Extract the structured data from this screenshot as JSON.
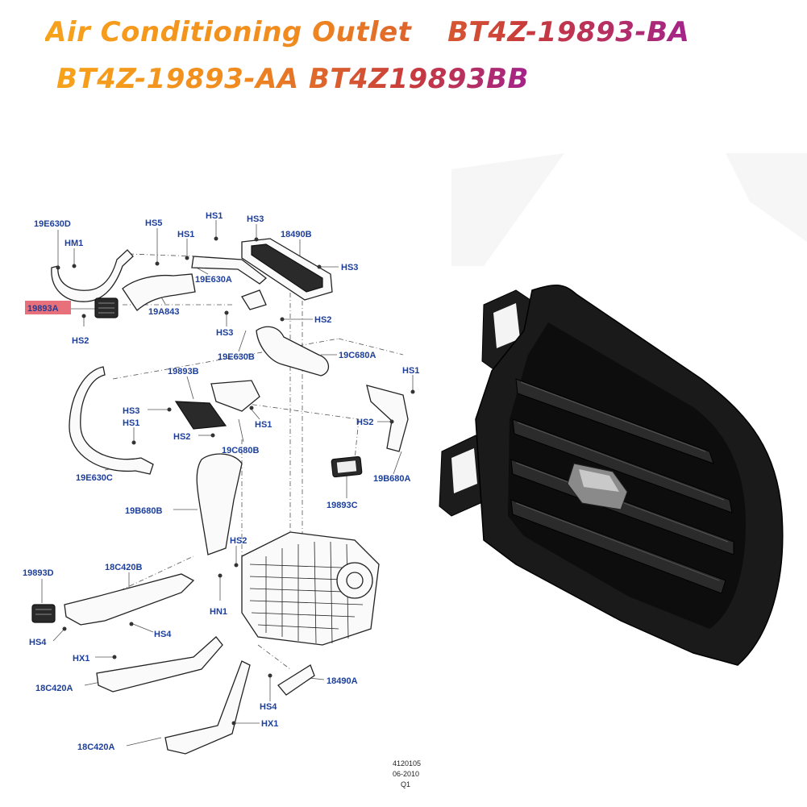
{
  "title": {
    "line1_part1": "Air Conditioning Outlet",
    "line1_part2": "BT4Z-19893-BA",
    "line2": "BT4Z-19893-AA BT4Z19893BB"
  },
  "highlight_color": "#e8707a",
  "diagram": {
    "labels": {
      "l1": "19E630D",
      "l2": "HM1",
      "l3": "HS5",
      "l4": "HS1",
      "l5": "HS1",
      "l6": "HS3",
      "l7": "18490B",
      "l8": "HS3",
      "l9": "19893A",
      "l10": "19E630A",
      "l11": "19A843",
      "l12": "HS2",
      "l13": "HS3",
      "l14": "HS2",
      "l15": "19E630B",
      "l16": "19C680A",
      "l17": "19893B",
      "l18": "HS1",
      "l19": "HS3",
      "l20": "HS1",
      "l21": "HS2",
      "l22": "HS1",
      "l23": "HS2",
      "l24": "19C680B",
      "l25": "19E630C",
      "l26": "19B680A",
      "l27": "19893C",
      "l28": "19B680B",
      "l29": "HS2",
      "l30": "19893D",
      "l31": "18C420B",
      "l32": "HN1",
      "l33": "HS4",
      "l34": "HS4",
      "l35": "HX1",
      "l36": "18490A",
      "l37": "18C420A",
      "l38": "HS4",
      "l39": "HX1",
      "l40": "18C420A"
    },
    "footer": {
      "code": "4120105",
      "date": "06-2010",
      "rev": "Q1"
    }
  }
}
